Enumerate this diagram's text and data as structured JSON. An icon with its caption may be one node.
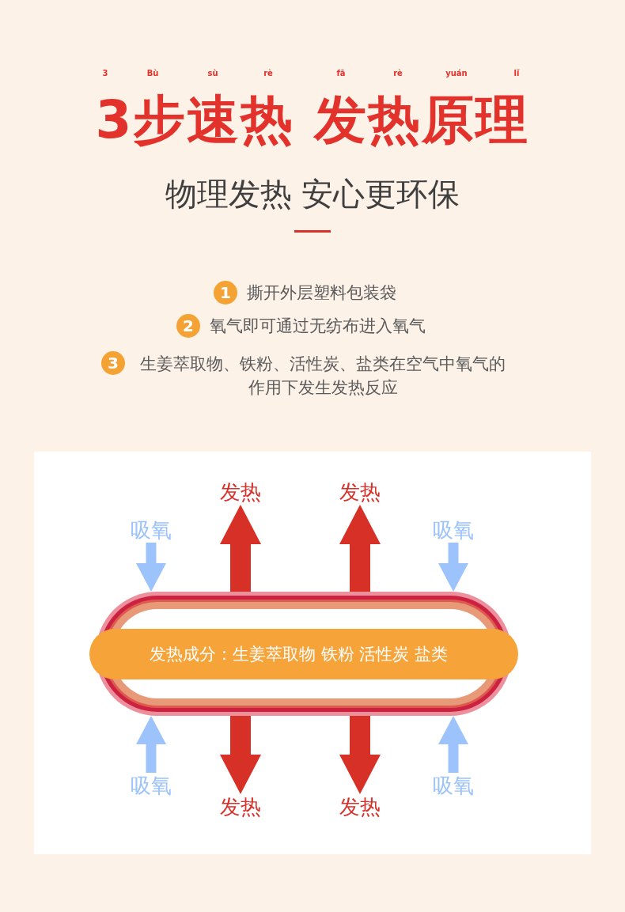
{
  "diagram": {
    "title": "3步速热 发热原理",
    "nodes": [
      {
        "text": [
          "发热"
        ]
      },
      {
        "text": [
          "发热"
        ]
      },
      {
        "text": [
          "吸氧"
        ]
      },
      {
        "text": [
          "吸氧"
        ]
      },
      {
        "text": [
          "发热成分：生姜萃取物 铁粉 活性炭 盐类"
        ]
      },
      {
        "text": [
          "吸氧"
        ]
      },
      {
        "text": [
          "吸氧"
        ]
      },
      {
        "text": [
          "发热"
        ]
      },
      {
        "text": [
          "发热"
        ]
      }
    ],
    "edges": [
      {
        "from": 4,
        "to": 0,
        "arrow": "to",
        "style": "thick",
        "color": "#d63027"
      },
      {
        "from": 4,
        "to": 1,
        "arrow": "to",
        "style": "thick",
        "color": "#d63027"
      },
      {
        "from": 2,
        "to": 4,
        "arrow": "to",
        "color": "#9cc3fb"
      },
      {
        "from": 3,
        "to": 4,
        "arrow": "to",
        "color": "#9cc3fb"
      },
      {
        "from": 5,
        "to": 4,
        "arrow": "to",
        "color": "#9cc3fb"
      },
      {
        "from": 6,
        "to": 4,
        "arrow": "to",
        "color": "#9cc3fb"
      },
      {
        "from": 4,
        "to": 7,
        "arrow": "to",
        "style": "thick",
        "color": "#d63027"
      },
      {
        "from": 4,
        "to": 8,
        "arrow": "to",
        "style": "thick",
        "color": "#d63027"
      }
    ],
    "labels": [
      "3",
      "Bù",
      "sù",
      "rè",
      "fā",
      "rè",
      "yuán",
      "lǐ",
      "物理发热 安心更环保",
      "1",
      "撕开外层塑料包装袋",
      "2",
      "氧气即可通过无纺布进入氧气",
      "3",
      "生姜萃取物、铁粉、活性炭、盐类在空气中氧气的作用下发生发热反应"
    ]
  }
}
